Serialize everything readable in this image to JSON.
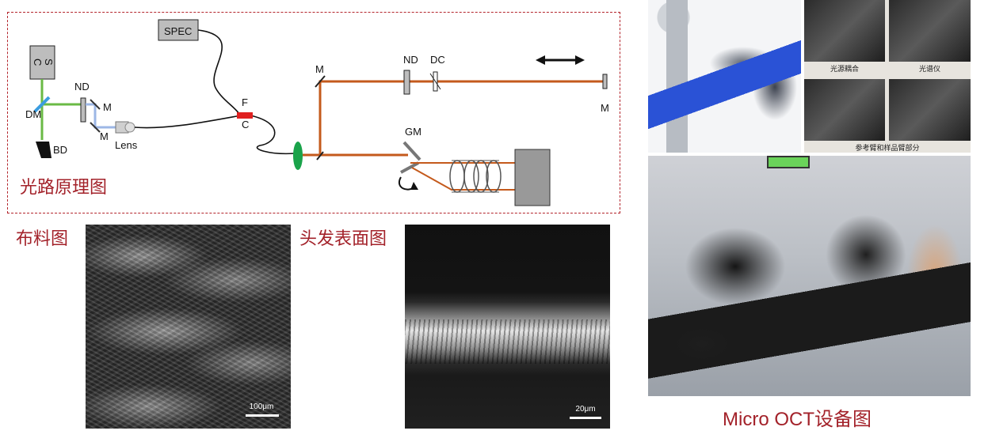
{
  "colors": {
    "accent_red": "#a3222a",
    "beam_orange": "#c45a1c",
    "green_path": "#6aba45",
    "blue_path": "#9db7e6",
    "lens_green": "#1aa34a"
  },
  "schematic": {
    "title": "光路原理图",
    "labels": {
      "spec": "SPEC",
      "sc_s": "S",
      "sc_c": "C",
      "nd_left": "ND",
      "dm": "DM",
      "bd": "BD",
      "m1": "M",
      "m2": "M",
      "lens": "Lens",
      "f": "F",
      "c": "C",
      "m_top": "M",
      "nd_top": "ND",
      "dc": "DC",
      "m_right": "M",
      "gm": "GM"
    }
  },
  "fabric": {
    "title": "布料图",
    "scale": "100μm"
  },
  "hair": {
    "title": "头发表面图",
    "scale": "20μm"
  },
  "photos": {
    "caption_source": "光源耦合",
    "caption_spectrometer": "光谱仪",
    "caption_arms": "参考臂和样品臂部分",
    "main_caption": "Micro OCT设备图"
  }
}
